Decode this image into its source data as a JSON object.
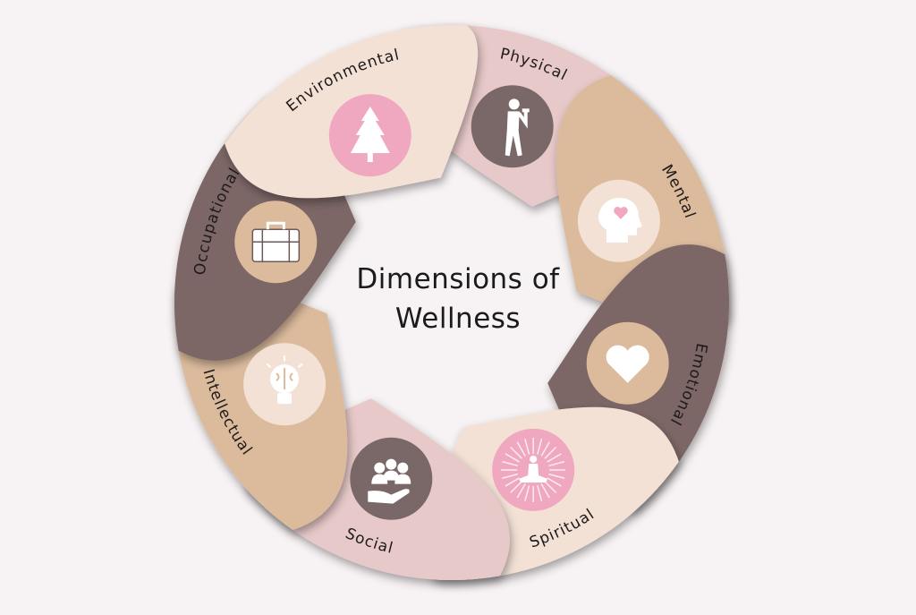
{
  "title": {
    "line1": "Dimensions of",
    "line2": "Wellness"
  },
  "segments": [
    {
      "key": "physical",
      "label": "Physical",
      "color": "#e8c9c9",
      "circle": "#7a6767",
      "icon": "exercising-woman-icon"
    },
    {
      "key": "mental",
      "label": "Mental",
      "color": "#dcbb9d",
      "circle": "#f3e1d6",
      "icon": "head-with-heart-icon"
    },
    {
      "key": "emotional",
      "label": "Emotional",
      "color": "#7c6666",
      "circle": "#dcbb9d",
      "icon": "heart-icon"
    },
    {
      "key": "spiritual",
      "label": "Spiritual",
      "color": "#f3e1d6",
      "circle": "#f0a7c0",
      "icon": "meditation-icon"
    },
    {
      "key": "social",
      "label": "Social",
      "color": "#e8c9c9",
      "circle": "#7a6767",
      "icon": "community-hand-icon"
    },
    {
      "key": "intellectual",
      "label": "Intellectual",
      "color": "#dcbb9d",
      "circle": "#f3e1d6",
      "icon": "brain-lightbulb-icon"
    },
    {
      "key": "occupational",
      "label": "Occupational",
      "color": "#7c6666",
      "circle": "#dcbb9d",
      "icon": "briefcase-icon"
    },
    {
      "key": "environmental",
      "label": "Environmental",
      "color": "#f3e1d6",
      "circle": "#f0a7c0",
      "icon": "pine-tree-icon"
    }
  ]
}
